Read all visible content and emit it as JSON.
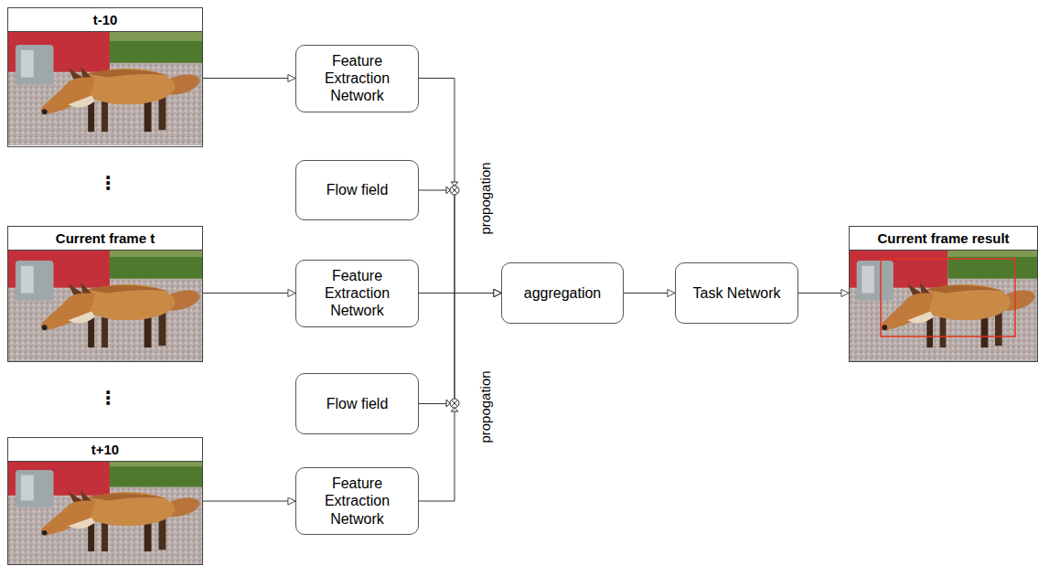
{
  "diagram": {
    "nodes": [
      {
        "text": [
          "t-10"
        ]
      },
      {
        "text": [
          "Feature Extraction Network"
        ]
      },
      {
        "text": [
          "Flow field"
        ]
      },
      {
        "text": [
          "Current frame t"
        ]
      },
      {
        "text": [
          "Feature Extraction Network"
        ]
      },
      {
        "text": [
          "aggregation"
        ]
      },
      {
        "text": [
          "Task Network"
        ]
      },
      {
        "text": [
          "Current frame result"
        ]
      },
      {
        "text": [
          "Flow field"
        ]
      },
      {
        "text": [
          "t+10"
        ]
      },
      {
        "text": [
          "Feature Extraction Network"
        ]
      }
    ],
    "edges": [
      {
        "from": 0,
        "to": 1,
        "arrow": "to"
      },
      {
        "from": 1,
        "to": 5,
        "label": "propogation",
        "arrow": "to"
      },
      {
        "from": 2,
        "to": 5,
        "arrow": "to"
      },
      {
        "from": 3,
        "to": 4,
        "arrow": "to"
      },
      {
        "from": 4,
        "to": 5,
        "arrow": "to"
      },
      {
        "from": 5,
        "to": 6,
        "arrow": "to"
      },
      {
        "from": 6,
        "to": 7,
        "arrow": "to"
      },
      {
        "from": 10,
        "to": 5,
        "label": "propogation",
        "arrow": "to"
      },
      {
        "from": 8,
        "to": 5,
        "arrow": "to"
      },
      {
        "from": 9,
        "to": 10,
        "arrow": "to"
      }
    ],
    "labels": [
      "⋮",
      "⋮"
    ]
  }
}
